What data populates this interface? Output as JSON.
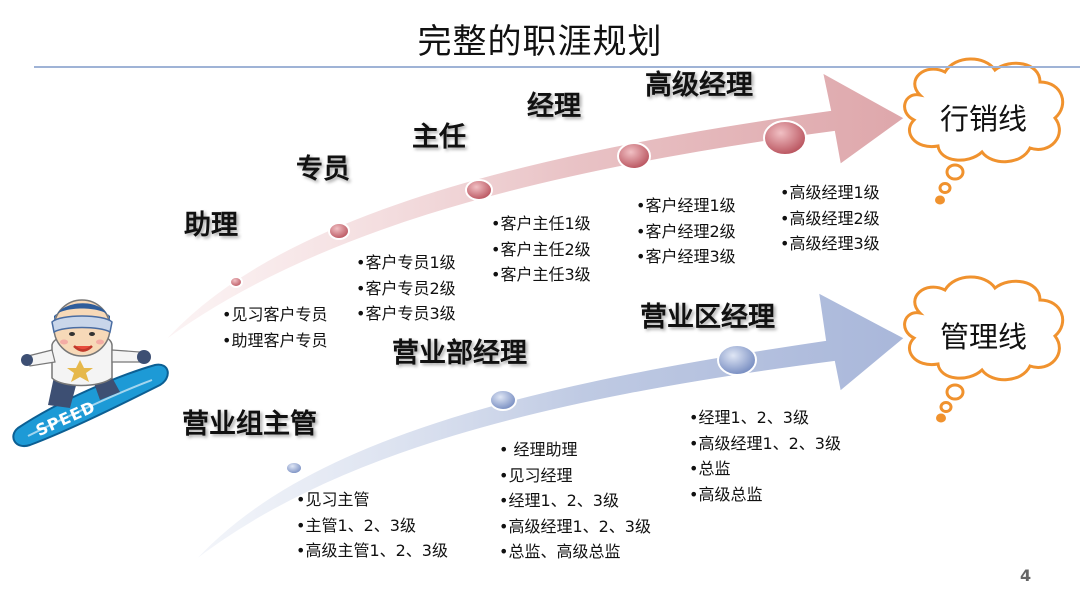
{
  "title": "完整的职涯规划",
  "page_number": "4",
  "tracks": {
    "sales": {
      "cloud_label": "行销线",
      "color": "#c9646e",
      "stages": [
        {
          "label": "助理",
          "items": [
            "•见习客户专员",
            "•助理客户专员"
          ]
        },
        {
          "label": "专员",
          "items": [
            "•客户专员1级",
            "•客户专员2级",
            "•客户专员3级"
          ]
        },
        {
          "label": "主任",
          "items": [
            "•客户主任1级",
            "•客户主任2级",
            "•客户主任3级"
          ]
        },
        {
          "label": "经理",
          "items": [
            "•客户经理1级",
            "•客户经理2级",
            "•客户经理3级"
          ]
        },
        {
          "label": "高级经理",
          "items": [
            "•高级经理1级",
            "•高级经理2级",
            "•高级经理3级"
          ]
        }
      ]
    },
    "management": {
      "cloud_label": "管理线",
      "color": "#7b90c4",
      "stages": [
        {
          "label": "营业组主管",
          "items": [
            "•见习主管",
            "•主管1、2、3级",
            "•高级主管1、2、3级"
          ]
        },
        {
          "label": "营业部经理",
          "items": [
            "• 经理助理",
            "•见习经理",
            "•经理1、2、3级",
            "•高级经理1、2、3级",
            "•总监、高级总监"
          ]
        },
        {
          "label": "营业区经理",
          "items": [
            "•经理1、2、3级",
            "•高级经理1、2、3级",
            "•总监",
            "•高级总监"
          ]
        }
      ]
    }
  },
  "mascot_text": "SPEED",
  "colors": {
    "sales_arrow": "#e3b3b7",
    "mgmt_arrow": "#b4c0dc",
    "cloud_stroke": "#f0922e",
    "rule": "#9fb3d6"
  }
}
